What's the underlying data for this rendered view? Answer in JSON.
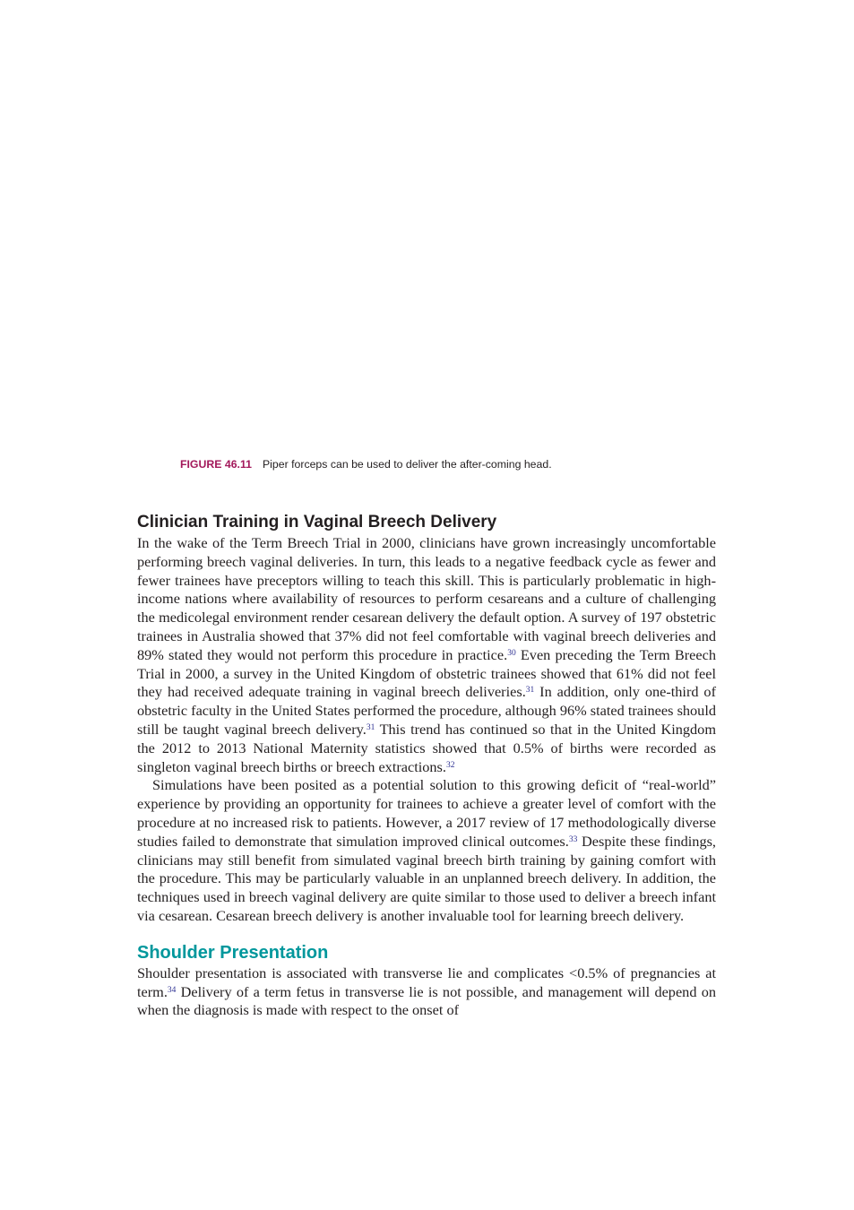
{
  "figure": {
    "label": "FIGURE 46.11",
    "caption": "Piper forceps can be used to deliver the after-coming head."
  },
  "section1": {
    "heading": "Clinician Training in Vaginal Breech Delivery",
    "p1": {
      "t1": "In the wake of the Term Breech Trial in 2000, clinicians have grown increasingly uncomfortable performing breech vaginal deliveries. In turn, this leads to a negative feedback cycle as fewer and fewer trainees have preceptors willing to teach this skill. This is particularly problematic in high-income nations where availability of resources to perform cesareans and a culture of challenging the medicolegal environment render cesarean delivery the default option. A survey of 197 obstetric trainees in Australia showed that 37% did not feel comfortable with vaginal breech deliveries and 89% stated they would not perform this procedure in practice.",
      "r1": "30",
      "t2": " Even preceding the Term Breech Trial in 2000, a survey in the United Kingdom of obstetric trainees showed that 61% did not feel they had received adequate training in vaginal breech deliveries.",
      "r2": "31",
      "t3": " In addition, only one-third of obstetric faculty in the United States performed the procedure, although 96% stated trainees should still be taught vaginal breech delivery.",
      "r3": "31",
      "t4": " This trend has continued so that in the United Kingdom the 2012 to 2013 National Maternity statistics showed that 0.5% of births were recorded as singleton vaginal breech births or breech extractions.",
      "r4": "32"
    },
    "p2": {
      "t1": "Simulations have been posited as a potential solution to this growing deficit of “real-world” experience by providing an opportunity for trainees to achieve a greater level of comfort with the procedure at no increased risk to patients. However, a 2017 review of 17 methodologically diverse studies failed to demonstrate that simulation improved clinical outcomes.",
      "r1": "33",
      "t2": " Despite these findings, clinicians may still benefit from simulated vaginal breech birth training by gaining comfort with the procedure. This may be particularly valuable in an unplanned breech delivery. In addition, the techniques used in breech vaginal delivery are quite similar to those used to deliver a breech infant via cesarean. Cesarean breech delivery is another invaluable tool for learning breech delivery."
    }
  },
  "section2": {
    "heading": "Shoulder Presentation",
    "p1": {
      "t1": "Shoulder presentation is associated with transverse lie and complicates <0.5% of pregnancies at term.",
      "r1": "34",
      "t2": " Delivery of a term fetus in transverse lie is not possible, and management will depend on when the diagnosis is made with respect to the onset of"
    }
  }
}
